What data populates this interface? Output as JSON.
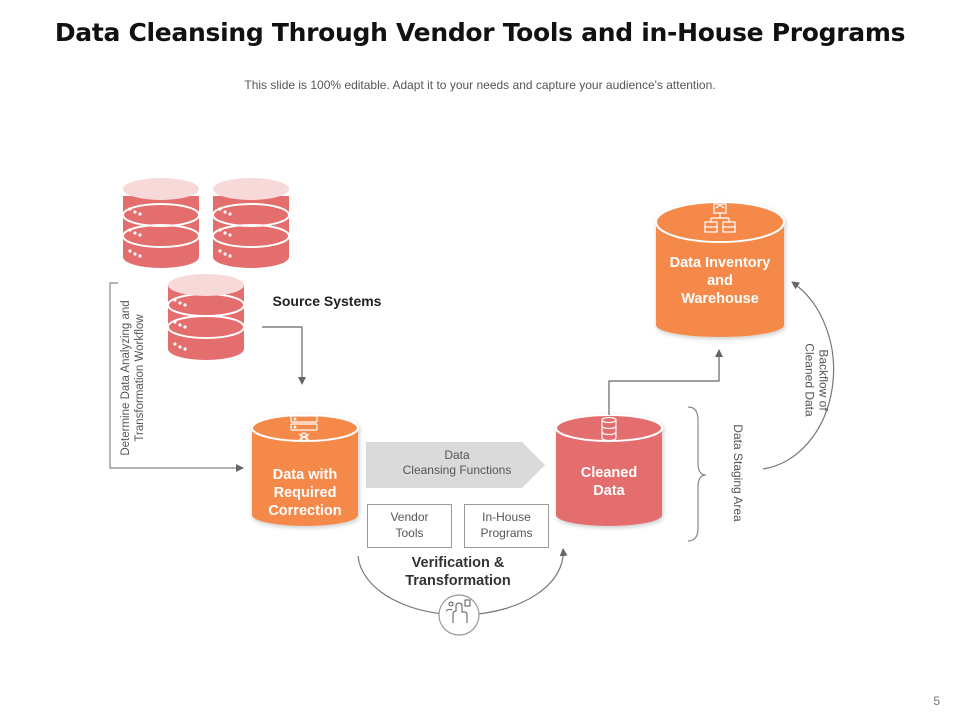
{
  "title": "Data Cleansing Through Vendor Tools and in-House Programs",
  "subtitle": "This slide is 100% editable. Adapt it to your needs and capture your audience's attention.",
  "source_systems": {
    "label": "Source Systems"
  },
  "workflow_label": {
    "line1": "Determine Data Analyzing and",
    "line2": "Transformation Workflow"
  },
  "correction": {
    "line1": "Data with",
    "line2": "Required",
    "line3": "Correction"
  },
  "cleansing_functions": {
    "line1": "Data",
    "line2": "Cleansing Functions"
  },
  "vendor_tools": {
    "line1": "Vendor",
    "line2": "Tools"
  },
  "inhouse_programs": {
    "line1": "In-House",
    "line2": "Programs"
  },
  "verification": {
    "line1": "Verification &",
    "line2": "Transformation"
  },
  "cleaned": {
    "line1": "Cleaned",
    "line2": "Data"
  },
  "staging_area": {
    "label": "Data Staging Area"
  },
  "inventory": {
    "line1": "Data Inventory",
    "line2": "and",
    "line3": "Warehouse"
  },
  "backflow": {
    "line1": "Backflow of",
    "line2": "Cleaned Data"
  },
  "page_number": "5",
  "colors": {
    "coral": "#e46d6d",
    "coral_top": "#f8d9d9",
    "orange": "#f5894a",
    "orange_top": "#ffffff",
    "arrow_gray": "#dadada",
    "line_gray": "#666666"
  },
  "icons": [
    "database-stack-icon",
    "server-bug-icon",
    "database-gear-icon",
    "hierarchy-icon",
    "hand-touch-icon"
  ]
}
